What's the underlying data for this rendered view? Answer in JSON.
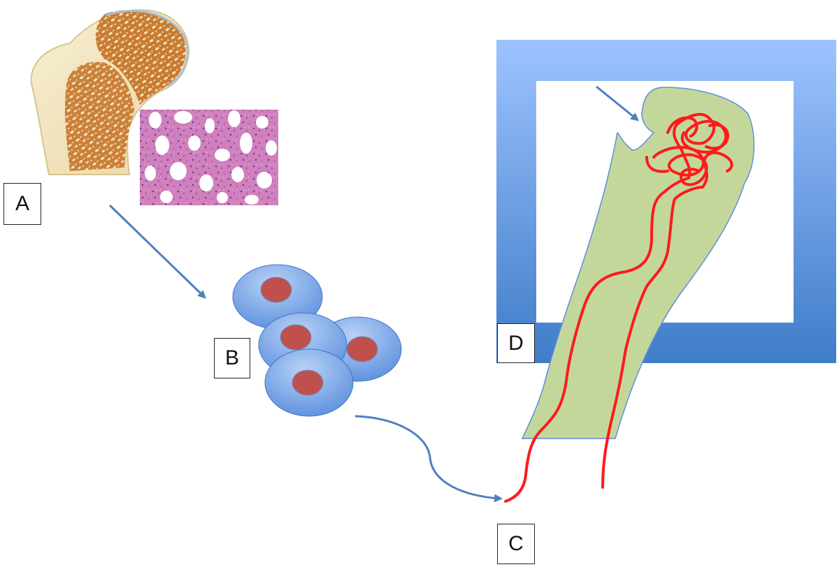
{
  "labels": {
    "a": "A",
    "b": "B",
    "c": "C",
    "d": "D"
  },
  "colors": {
    "arrow": "#4f7fbf",
    "cell_fill": "#5b8fdc",
    "nucleus": "#c0504d",
    "bone_green": "#c4d79b",
    "vessel_red": "#ff1a1a",
    "frame_top": "#9dc3ff",
    "frame_bottom": "#3f7cc8",
    "bone_brown": "#b8641e",
    "bone_cream": "#f3e6c2",
    "histology_pink": "#d58ac0"
  },
  "icons": {
    "femur": "femur-cross-section-illustration",
    "histology": "bone-marrow-histology-micrograph",
    "cells": "stem-cell-cluster",
    "bone": "femoral-head-bone-shape"
  }
}
